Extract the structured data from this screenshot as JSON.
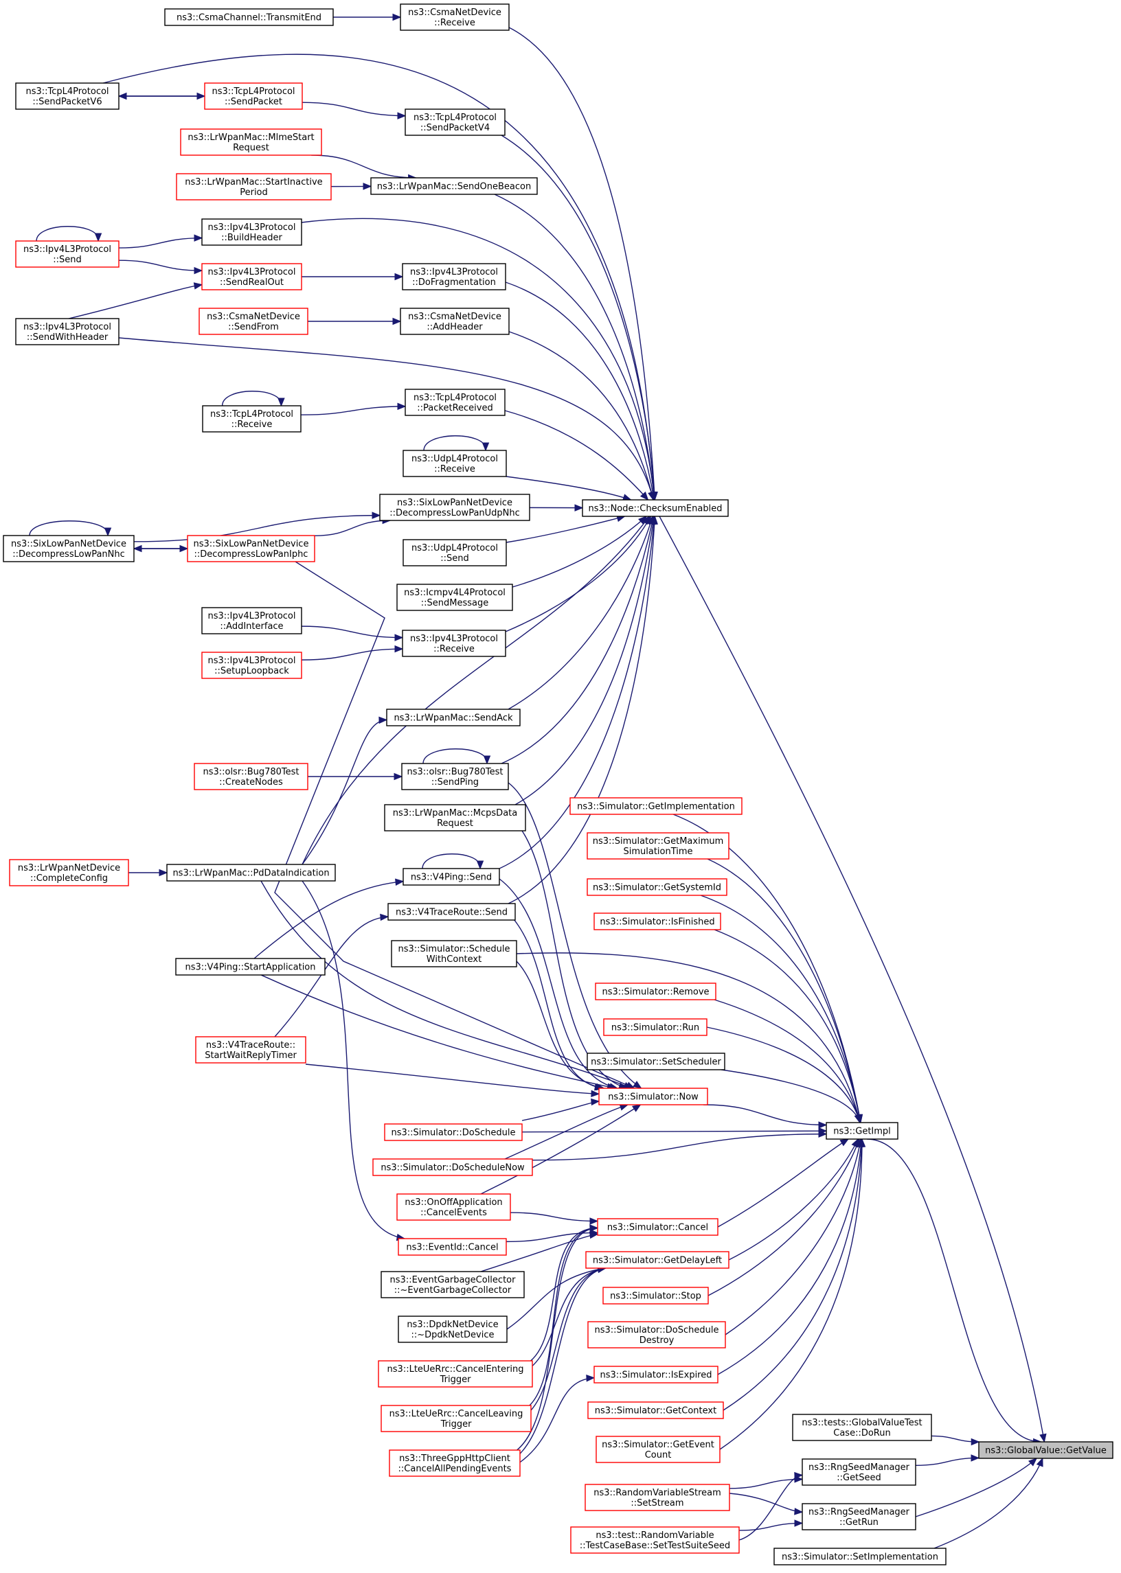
{
  "diagram": {
    "title": "",
    "nodes": [
      {
        "id": "gv",
        "lines": [
          "ns3::GlobalValue::GetValue"
        ],
        "style": "hl"
      },
      {
        "id": "simSetImpl",
        "lines": [
          "ns3::Simulator::SetImplementation"
        ],
        "style": "black"
      },
      {
        "id": "rsmGetRun",
        "lines": [
          "ns3::RngSeedManager",
          "::GetRun"
        ],
        "style": "black"
      },
      {
        "id": "rsmGetSeed",
        "lines": [
          "ns3::RngSeedManager",
          "::GetSeed"
        ],
        "style": "black"
      },
      {
        "id": "gvtest",
        "lines": [
          "ns3::tests::GlobalValueTest",
          "Case::DoRun"
        ],
        "style": "black"
      },
      {
        "id": "getImpl",
        "lines": [
          "ns3::GetImpl"
        ],
        "style": "black"
      },
      {
        "id": "rvsSetStream",
        "lines": [
          "ns3::RandomVariableStream",
          "::SetStream"
        ],
        "style": "red"
      },
      {
        "id": "rvTestSeed",
        "lines": [
          "ns3::test::RandomVariable",
          "::TestCaseBase::SetTestSuiteSeed"
        ],
        "style": "red"
      },
      {
        "id": "simGetImpl",
        "lines": [
          "ns3::Simulator::GetImplementation"
        ],
        "style": "red"
      },
      {
        "id": "simGetMax",
        "lines": [
          "ns3::Simulator::GetMaximum",
          "SimulationTime"
        ],
        "style": "red"
      },
      {
        "id": "simGetSysId",
        "lines": [
          "ns3::Simulator::GetSystemId"
        ],
        "style": "red"
      },
      {
        "id": "simIsFinished",
        "lines": [
          "ns3::Simulator::IsFinished"
        ],
        "style": "red"
      },
      {
        "id": "simRemove",
        "lines": [
          "ns3::Simulator::Remove"
        ],
        "style": "red"
      },
      {
        "id": "simRun",
        "lines": [
          "ns3::Simulator::Run"
        ],
        "style": "red"
      },
      {
        "id": "simSetSched",
        "lines": [
          "ns3::Simulator::SetScheduler"
        ],
        "style": "black"
      },
      {
        "id": "simNow",
        "lines": [
          "ns3::Simulator::Now"
        ],
        "style": "red"
      },
      {
        "id": "simDoSched",
        "lines": [
          "ns3::Simulator::DoSchedule"
        ],
        "style": "red"
      },
      {
        "id": "simDoSchedNow",
        "lines": [
          "ns3::Simulator::DoScheduleNow"
        ],
        "style": "red"
      },
      {
        "id": "simCancel",
        "lines": [
          "ns3::Simulator::Cancel"
        ],
        "style": "red"
      },
      {
        "id": "simGetDelay",
        "lines": [
          "ns3::Simulator::GetDelayLeft"
        ],
        "style": "red"
      },
      {
        "id": "simStop",
        "lines": [
          "ns3::Simulator::Stop"
        ],
        "style": "red"
      },
      {
        "id": "simDoSchedDestroy",
        "lines": [
          "ns3::Simulator::DoSchedule",
          "Destroy"
        ],
        "style": "red"
      },
      {
        "id": "simIsExpired",
        "lines": [
          "ns3::Simulator::IsExpired"
        ],
        "style": "red"
      },
      {
        "id": "simGetContext",
        "lines": [
          "ns3::Simulator::GetContext"
        ],
        "style": "red"
      },
      {
        "id": "simGetEventCount",
        "lines": [
          "ns3::Simulator::GetEvent",
          "Count"
        ],
        "style": "red"
      },
      {
        "id": "simSchedCtx",
        "lines": [
          "ns3::Simulator::Schedule",
          "WithContext"
        ],
        "style": "black"
      },
      {
        "id": "nodeChk",
        "lines": [
          "ns3::Node::ChecksumEnabled"
        ],
        "style": "black"
      },
      {
        "id": "csmaRecv",
        "lines": [
          "ns3::CsmaNetDevice",
          "::Receive"
        ],
        "style": "black"
      },
      {
        "id": "csmaChanTx",
        "lines": [
          "ns3::CsmaChannel::TransmitEnd"
        ],
        "style": "black"
      },
      {
        "id": "tcpSendV6",
        "lines": [
          "ns3::TcpL4Protocol",
          "::SendPacketV6"
        ],
        "style": "black"
      },
      {
        "id": "tcpSendPkt",
        "lines": [
          "ns3::TcpL4Protocol",
          "::SendPacket"
        ],
        "style": "red"
      },
      {
        "id": "tcpSendV4",
        "lines": [
          "ns3::TcpL4Protocol",
          "::SendPacketV4"
        ],
        "style": "black"
      },
      {
        "id": "lrMlme",
        "lines": [
          "ns3::LrWpanMac::MlmeStart",
          "Request"
        ],
        "style": "red"
      },
      {
        "id": "lrStartInact",
        "lines": [
          "ns3::LrWpanMac::StartInactive",
          "Period"
        ],
        "style": "red"
      },
      {
        "id": "lrSendBeacon",
        "lines": [
          "ns3::LrWpanMac::SendOneBeacon"
        ],
        "style": "black"
      },
      {
        "id": "ipv4BuildHdr",
        "lines": [
          "ns3::Ipv4L3Protocol",
          "::BuildHeader"
        ],
        "style": "black"
      },
      {
        "id": "ipv4Send",
        "lines": [
          "ns3::Ipv4L3Protocol",
          "::Send"
        ],
        "style": "red"
      },
      {
        "id": "ipv4SendReal",
        "lines": [
          "ns3::Ipv4L3Protocol",
          "::SendRealOut"
        ],
        "style": "red"
      },
      {
        "id": "ipv4DoFrag",
        "lines": [
          "ns3::Ipv4L3Protocol",
          "::DoFragmentation"
        ],
        "style": "black"
      },
      {
        "id": "ipv4SendWH",
        "lines": [
          "ns3::Ipv4L3Protocol",
          "::SendWithHeader"
        ],
        "style": "black"
      },
      {
        "id": "csmaSendFrom",
        "lines": [
          "ns3::CsmaNetDevice",
          "::SendFrom"
        ],
        "style": "red"
      },
      {
        "id": "csmaAddHdr",
        "lines": [
          "ns3::CsmaNetDevice",
          "::AddHeader"
        ],
        "style": "black"
      },
      {
        "id": "tcpRecv",
        "lines": [
          "ns3::TcpL4Protocol",
          "::Receive"
        ],
        "style": "black"
      },
      {
        "id": "tcpPktRecv",
        "lines": [
          "ns3::TcpL4Protocol",
          "::PacketReceived"
        ],
        "style": "black"
      },
      {
        "id": "udpRecv",
        "lines": [
          "ns3::UdpL4Protocol",
          "::Receive"
        ],
        "style": "black"
      },
      {
        "id": "sixUdpNhc",
        "lines": [
          "ns3::SixLowPanNetDevice",
          "::DecompressLowPanUdpNhc"
        ],
        "style": "black"
      },
      {
        "id": "sixNhc",
        "lines": [
          "ns3::SixLowPanNetDevice",
          "::DecompressLowPanNhc"
        ],
        "style": "black"
      },
      {
        "id": "sixIphc",
        "lines": [
          "ns3::SixLowPanNetDevice",
          "::DecompressLowPanIphc"
        ],
        "style": "red"
      },
      {
        "id": "udpSend",
        "lines": [
          "ns3::UdpL4Protocol",
          "::Send"
        ],
        "style": "black"
      },
      {
        "id": "icmpSendMsg",
        "lines": [
          "ns3::Icmpv4L4Protocol",
          "::SendMessage"
        ],
        "style": "black"
      },
      {
        "id": "ipv4AddIf",
        "lines": [
          "ns3::Ipv4L3Protocol",
          "::AddInterface"
        ],
        "style": "black"
      },
      {
        "id": "ipv4Recv",
        "lines": [
          "ns3::Ipv4L3Protocol",
          "::Receive"
        ],
        "style": "black"
      },
      {
        "id": "ipv4SetupLb",
        "lines": [
          "ns3::Ipv4L3Protocol",
          "::SetupLoopback"
        ],
        "style": "red"
      },
      {
        "id": "lrSendAck",
        "lines": [
          "ns3::LrWpanMac::SendAck"
        ],
        "style": "black"
      },
      {
        "id": "olsrCreate",
        "lines": [
          "ns3::olsr::Bug780Test",
          "::CreateNodes"
        ],
        "style": "red"
      },
      {
        "id": "olsrPing",
        "lines": [
          "ns3::olsr::Bug780Test",
          "::SendPing"
        ],
        "style": "black"
      },
      {
        "id": "lrMcps",
        "lines": [
          "ns3::LrWpanMac::McpsData",
          "Request"
        ],
        "style": "black"
      },
      {
        "id": "lrDevCfg",
        "lines": [
          "ns3::LrWpanNetDevice",
          "::CompleteConfig"
        ],
        "style": "red"
      },
      {
        "id": "lrPdData",
        "lines": [
          "ns3::LrWpanMac::PdDataIndication"
        ],
        "style": "black"
      },
      {
        "id": "v4PingSend",
        "lines": [
          "ns3::V4Ping::Send"
        ],
        "style": "black"
      },
      {
        "id": "v4TrSend",
        "lines": [
          "ns3::V4TraceRoute::Send"
        ],
        "style": "black"
      },
      {
        "id": "v4PingStart",
        "lines": [
          "ns3::V4Ping::StartApplication"
        ],
        "style": "black"
      },
      {
        "id": "v4TrStartWait",
        "lines": [
          "ns3::V4TraceRoute::",
          "StartWaitReplyTimer"
        ],
        "style": "red"
      },
      {
        "id": "onoffCancel",
        "lines": [
          "ns3::OnOffApplication",
          "::CancelEvents"
        ],
        "style": "red"
      },
      {
        "id": "eventIdCancel",
        "lines": [
          "ns3::EventId::Cancel"
        ],
        "style": "red"
      },
      {
        "id": "egc",
        "lines": [
          "ns3::EventGarbageCollector",
          "::~EventGarbageCollector"
        ],
        "style": "black"
      },
      {
        "id": "dpdk",
        "lines": [
          "ns3::DpdkNetDevice",
          "::~DpdkNetDevice"
        ],
        "style": "black"
      },
      {
        "id": "lteEntering",
        "lines": [
          "ns3::LteUeRrc::CancelEntering",
          "Trigger"
        ],
        "style": "red"
      },
      {
        "id": "lteLeaving",
        "lines": [
          "ns3::LteUeRrc::CancelLeaving",
          "Trigger"
        ],
        "style": "red"
      },
      {
        "id": "httpCancel",
        "lines": [
          "ns3::ThreeGppHttpClient",
          "::CancelAllPendingEvents"
        ],
        "style": "red"
      }
    ],
    "edges": [
      [
        "simSetImpl",
        "gv"
      ],
      [
        "rsmGetRun",
        "gv"
      ],
      [
        "rsmGetSeed",
        "gv"
      ],
      [
        "gvtest",
        "gv"
      ],
      [
        "getImpl",
        "gv"
      ],
      [
        "nodeChk",
        "gv"
      ],
      [
        "rvsSetStream",
        "rsmGetSeed"
      ],
      [
        "rvTestSeed",
        "rsmGetSeed"
      ],
      [
        "rvsSetStream",
        "rsmGetRun"
      ],
      [
        "rvTestSeed",
        "rsmGetRun"
      ],
      [
        "simNow",
        "getImpl"
      ],
      [
        "simDoSched",
        "getImpl"
      ],
      [
        "simDoSchedNow",
        "getImpl"
      ],
      [
        "simCancel",
        "getImpl"
      ],
      [
        "simGetDelay",
        "getImpl"
      ],
      [
        "simGetImpl",
        "getImpl"
      ],
      [
        "simGetMax",
        "getImpl"
      ],
      [
        "simGetSysId",
        "getImpl"
      ],
      [
        "simIsFinished",
        "getImpl"
      ],
      [
        "simSchedCtx",
        "getImpl"
      ],
      [
        "simRemove",
        "getImpl"
      ],
      [
        "simRun",
        "getImpl"
      ],
      [
        "simSetSched",
        "getImpl"
      ],
      [
        "simStop",
        "getImpl"
      ],
      [
        "simDoSchedDestroy",
        "getImpl"
      ],
      [
        "simIsExpired",
        "getImpl"
      ],
      [
        "simGetContext",
        "getImpl"
      ],
      [
        "simGetEventCount",
        "getImpl"
      ],
      [
        "olsrPing",
        "simNow"
      ],
      [
        "lrMcps",
        "simNow"
      ],
      [
        "v4PingSend",
        "simNow"
      ],
      [
        "v4TrSend",
        "simNow"
      ],
      [
        "simSchedCtx",
        "simNow"
      ],
      [
        "lrPdData",
        "simNow"
      ],
      [
        "sixIphc",
        "simNow"
      ],
      [
        "v4PingStart",
        "simNow"
      ],
      [
        "v4TrStartWait",
        "simNow"
      ],
      [
        "simDoSched",
        "simNow"
      ],
      [
        "simDoSchedNow",
        "simNow"
      ],
      [
        "onoffCancel",
        "simNow"
      ],
      [
        "onoffCancel",
        "simCancel"
      ],
      [
        "eventIdCancel",
        "simCancel"
      ],
      [
        "egc",
        "simCancel"
      ],
      [
        "lteEntering",
        "simCancel"
      ],
      [
        "lteLeaving",
        "simCancel"
      ],
      [
        "httpCancel",
        "simCancel"
      ],
      [
        "dpdk",
        "simGetDelay"
      ],
      [
        "lteEntering",
        "simGetDelay"
      ],
      [
        "lteLeaving",
        "simGetDelay"
      ],
      [
        "httpCancel",
        "simGetDelay"
      ],
      [
        "httpCancel",
        "simIsExpired"
      ],
      [
        "lrPdData",
        "eventIdCancel"
      ],
      [
        "csmaRecv",
        "nodeChk"
      ],
      [
        "tcpSendV6",
        "nodeChk"
      ],
      [
        "tcpSendV4",
        "nodeChk"
      ],
      [
        "lrSendBeacon",
        "nodeChk"
      ],
      [
        "ipv4BuildHdr",
        "nodeChk"
      ],
      [
        "ipv4DoFrag",
        "nodeChk"
      ],
      [
        "csmaAddHdr",
        "nodeChk"
      ],
      [
        "ipv4SendWH",
        "nodeChk"
      ],
      [
        "tcpPktRecv",
        "nodeChk"
      ],
      [
        "udpRecv",
        "nodeChk"
      ],
      [
        "sixUdpNhc",
        "nodeChk"
      ],
      [
        "udpSend",
        "nodeChk"
      ],
      [
        "icmpSendMsg",
        "nodeChk"
      ],
      [
        "ipv4Recv",
        "nodeChk"
      ],
      [
        "lrSendAck",
        "nodeChk"
      ],
      [
        "lrPdData",
        "nodeChk"
      ],
      [
        "olsrPing",
        "nodeChk"
      ],
      [
        "lrMcps",
        "nodeChk"
      ],
      [
        "v4PingSend",
        "nodeChk"
      ],
      [
        "v4TrSend",
        "nodeChk"
      ],
      [
        "csmaChanTx",
        "csmaRecv"
      ],
      [
        "tcpSendPkt",
        "tcpSendV6"
      ],
      [
        "tcpSendV6",
        "tcpSendPkt"
      ],
      [
        "tcpSendPkt",
        "tcpSendV4"
      ],
      [
        "lrMlme",
        "lrSendBeacon"
      ],
      [
        "lrStartInact",
        "lrSendBeacon"
      ],
      [
        "ipv4Send",
        "ipv4BuildHdr"
      ],
      [
        "ipv4Send",
        "ipv4SendReal"
      ],
      [
        "ipv4SendWH",
        "ipv4SendReal"
      ],
      [
        "ipv4SendReal",
        "ipv4DoFrag"
      ],
      [
        "csmaSendFrom",
        "csmaAddHdr"
      ],
      [
        "tcpRecv",
        "tcpPktRecv"
      ],
      [
        "sixNhc",
        "sixUdpNhc"
      ],
      [
        "sixIphc",
        "sixUdpNhc"
      ],
      [
        "sixIphc",
        "sixNhc"
      ],
      [
        "sixNhc",
        "sixIphc"
      ],
      [
        "ipv4AddIf",
        "ipv4Recv"
      ],
      [
        "ipv4SetupLb",
        "ipv4Recv"
      ],
      [
        "lrPdData",
        "lrSendAck"
      ],
      [
        "olsrCreate",
        "olsrPing"
      ],
      [
        "lrDevCfg",
        "lrPdData"
      ],
      [
        "v4PingStart",
        "v4PingSend"
      ],
      [
        "v4TrStartWait",
        "v4TrSend"
      ],
      [
        "ipv4Send",
        "ipv4Send"
      ],
      [
        "tcpRecv",
        "tcpRecv"
      ],
      [
        "udpRecv",
        "udpRecv"
      ],
      [
        "sixNhc",
        "sixNhc"
      ],
      [
        "olsrPing",
        "olsrPing"
      ],
      [
        "v4PingSend",
        "v4PingSend"
      ]
    ]
  }
}
